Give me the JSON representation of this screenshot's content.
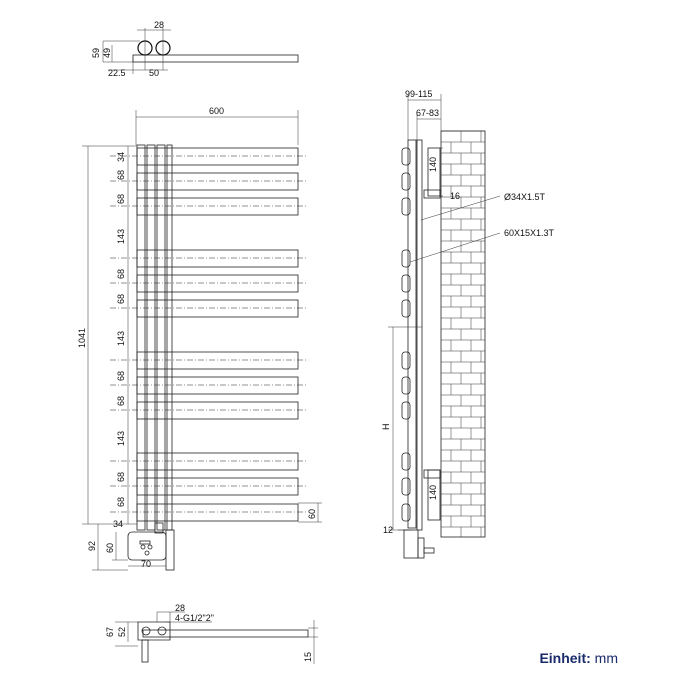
{
  "top_view": {
    "d28": "28",
    "d59": "59",
    "d49": "49",
    "d22_5": "22.5",
    "d50": "50"
  },
  "front_view": {
    "width": "600",
    "height": "1041",
    "spacings": [
      "34",
      "68",
      "68",
      "143",
      "68",
      "68",
      "143",
      "68",
      "68",
      "143",
      "68",
      "68",
      "34"
    ],
    "last_bar": "60",
    "ctrl_h1": "92",
    "ctrl_h2": "60",
    "ctrl_w": "70"
  },
  "side_view": {
    "d99_115": "99-115",
    "d67_83": "67-83",
    "d140_top": "140",
    "d16": "16",
    "pipe_spec": "Ø34X1.5T",
    "bar_spec": "60X15X1.3T",
    "h": "H",
    "d140_bottom": "140",
    "d12": "12"
  },
  "bottom_view": {
    "d28": "28",
    "thread": "4-G1/2\"2\"",
    "d67": "67",
    "d52": "52",
    "d15": "15"
  },
  "unit": {
    "label": "Einheit:",
    "value": "mm"
  }
}
